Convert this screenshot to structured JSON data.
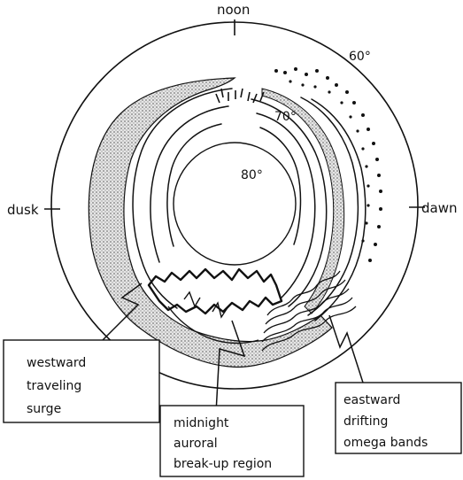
{
  "compass": {
    "noon": "noon",
    "dusk": "dusk",
    "dawn": "dawn"
  },
  "latitudes": {
    "lat60": "60°",
    "lat70": "70°",
    "lat80": "80°"
  },
  "callouts": {
    "westward": [
      "westward",
      "traveling",
      "surge"
    ],
    "midnight": [
      "midnight",
      "auroral",
      "break-up region"
    ],
    "eastward": [
      "eastward",
      "drifting",
      "omega bands"
    ]
  },
  "colors": {
    "ink": "#111111",
    "shade": "#c8c8c8",
    "background": "#ffffff"
  }
}
